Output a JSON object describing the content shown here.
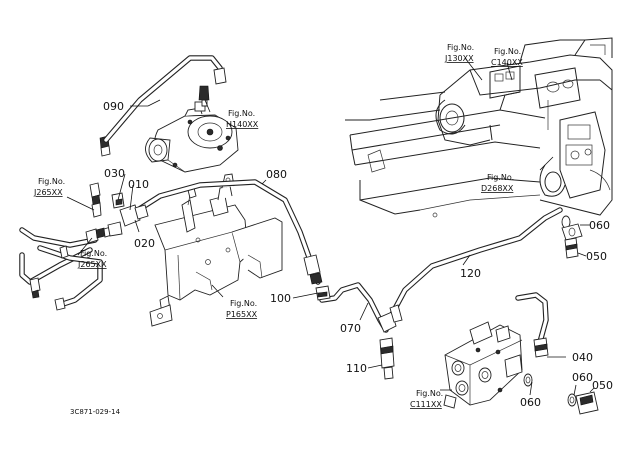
{
  "part_numbers": {
    "p010": "010",
    "p020": "020",
    "p030": "030",
    "p040": "040",
    "p050a": "050",
    "p050b": "050",
    "p060a": "060",
    "p060b": "060",
    "p060c": "060",
    "p070": "070",
    "p080": "080",
    "p090": "090",
    "p100": "100",
    "p110": "110",
    "p120": "120"
  },
  "figure_refs": {
    "j130": {
      "title": "Fig.No.",
      "code": "J130XX"
    },
    "c140": {
      "title": "Fig.No.",
      "code": "C140XX"
    },
    "h140": {
      "title": "Fig.No.",
      "code": "H140XX"
    },
    "j265a": {
      "title": "Fig.No.",
      "code": "J265XX"
    },
    "j265b": {
      "title": "Fig.No.",
      "code": "J265XX"
    },
    "d268": {
      "title": "Fig.No.",
      "code": "D268XX"
    },
    "p165": {
      "title": "Fig.No.",
      "code": "P165XX"
    },
    "c111": {
      "title": "Fig.No.",
      "code": "C111XX"
    }
  },
  "diagram_code": "3C871-029-14"
}
